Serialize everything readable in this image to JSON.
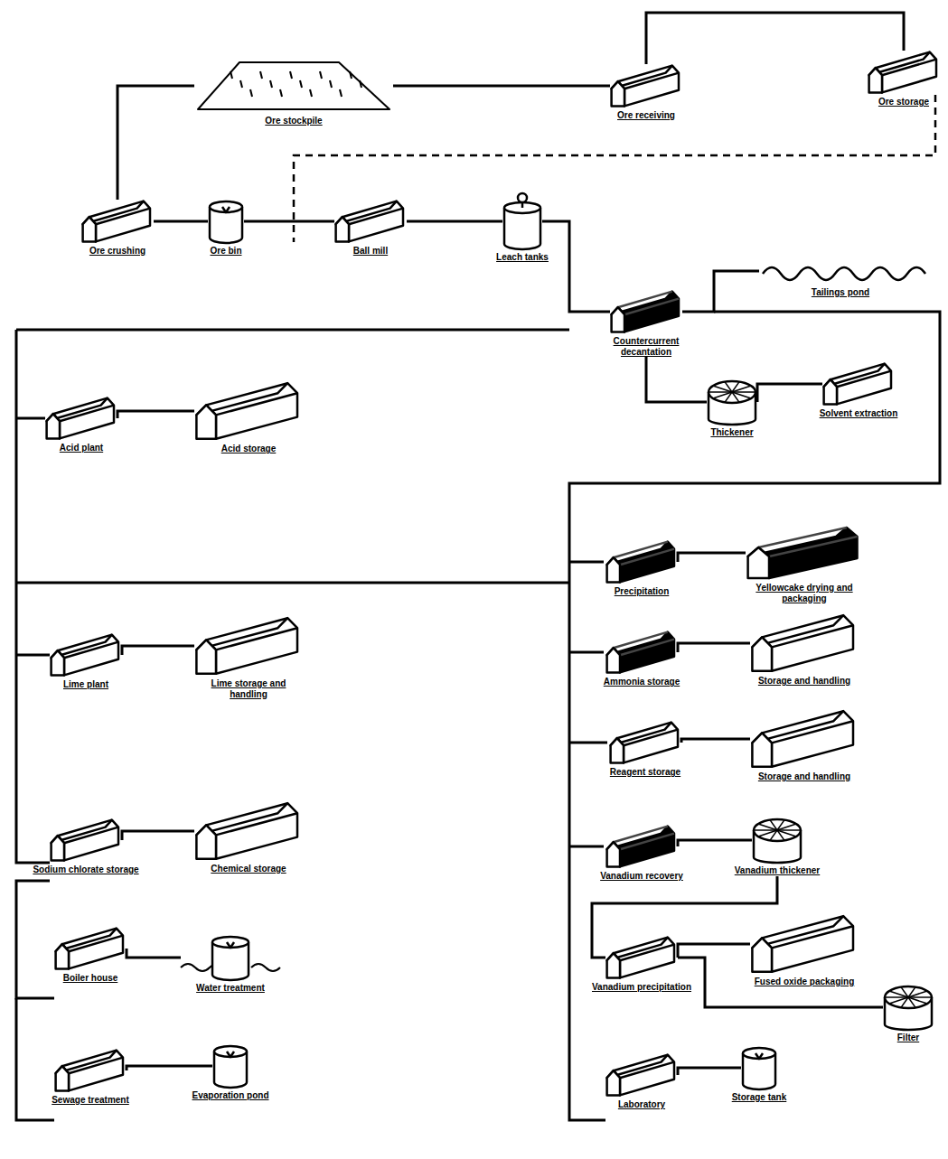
{
  "diagram": {
    "nodes": [
      {
        "text": [
          "Ore stockpile"
        ]
      },
      {
        "text": [
          "Ore receiving"
        ]
      },
      {
        "text": [
          "Ore storage"
        ]
      },
      {
        "text": [
          "Ore crushing"
        ]
      },
      {
        "text": [
          "Ore bin"
        ]
      },
      {
        "text": [
          "Ball mill"
        ]
      },
      {
        "text": [
          "Leach tanks"
        ]
      },
      {
        "text": [
          "Countercurrent decantation"
        ]
      },
      {
        "text": [
          "Tailings pond"
        ]
      },
      {
        "text": [
          "Thickener"
        ]
      },
      {
        "text": [
          "Solvent extraction"
        ]
      },
      {
        "text": [
          "Acid plant"
        ]
      },
      {
        "text": [
          "Acid storage"
        ]
      },
      {
        "text": [
          "Lime plant"
        ]
      },
      {
        "text": [
          "Lime storage and handling"
        ]
      },
      {
        "text": [
          "Sodium chlorate storage"
        ]
      },
      {
        "text": [
          "Chemical storage"
        ]
      },
      {
        "text": [
          "Boiler house"
        ]
      },
      {
        "text": [
          "Water treatment"
        ]
      },
      {
        "text": [
          "Sewage treatment"
        ]
      },
      {
        "text": [
          "Evaporation pond"
        ]
      },
      {
        "text": [
          "Precipitation"
        ]
      },
      {
        "text": [
          "Yellowcake drying and packaging"
        ]
      },
      {
        "text": [
          "Ammonia storage"
        ]
      },
      {
        "text": [
          "Storage and handling"
        ]
      },
      {
        "text": [
          "Reagent storage"
        ]
      },
      {
        "text": [
          "Storage and handling"
        ]
      },
      {
        "text": [
          "Vanadium recovery"
        ]
      },
      {
        "text": [
          "Vanadium thickener"
        ]
      },
      {
        "text": [
          "Vanadium precipitation"
        ]
      },
      {
        "text": [
          "Fused oxide packaging"
        ]
      },
      {
        "text": [
          "Filter"
        ]
      },
      {
        "text": [
          "Laboratory"
        ]
      },
      {
        "text": [
          "Storage tank"
        ]
      }
    ],
    "edges": [
      {
        "from": 0,
        "to": 1,
        "arrow": "none"
      },
      {
        "from": 1,
        "to": 2,
        "arrow": "none"
      },
      {
        "from": 0,
        "to": 3,
        "arrow": "none"
      },
      {
        "from": 3,
        "to": 4,
        "arrow": "none"
      },
      {
        "from": 4,
        "to": 5,
        "arrow": "none"
      },
      {
        "from": 5,
        "to": 6,
        "arrow": "none"
      },
      {
        "from": 6,
        "to": 7,
        "arrow": "none"
      },
      {
        "from": 7,
        "to": 8,
        "arrow": "none"
      },
      {
        "from": 7,
        "to": 9,
        "arrow": "none"
      },
      {
        "from": 9,
        "to": 10,
        "arrow": "none"
      },
      {
        "from": 11,
        "to": 12,
        "arrow": "none"
      },
      {
        "from": 13,
        "to": 14,
        "arrow": "none"
      },
      {
        "from": 15,
        "to": 16,
        "arrow": "none"
      },
      {
        "from": 17,
        "to": 18,
        "arrow": "none"
      },
      {
        "from": 19,
        "to": 20,
        "arrow": "none"
      },
      {
        "from": 21,
        "to": 22,
        "arrow": "none"
      },
      {
        "from": 23,
        "to": 24,
        "arrow": "none"
      },
      {
        "from": 25,
        "to": 26,
        "arrow": "none"
      },
      {
        "from": 27,
        "to": 28,
        "arrow": "none"
      },
      {
        "from": 28,
        "to": 29,
        "arrow": "none"
      },
      {
        "from": 29,
        "to": 30,
        "arrow": "none"
      },
      {
        "from": 29,
        "to": 31,
        "arrow": "none"
      },
      {
        "from": 32,
        "to": 33,
        "arrow": "none"
      }
    ]
  }
}
